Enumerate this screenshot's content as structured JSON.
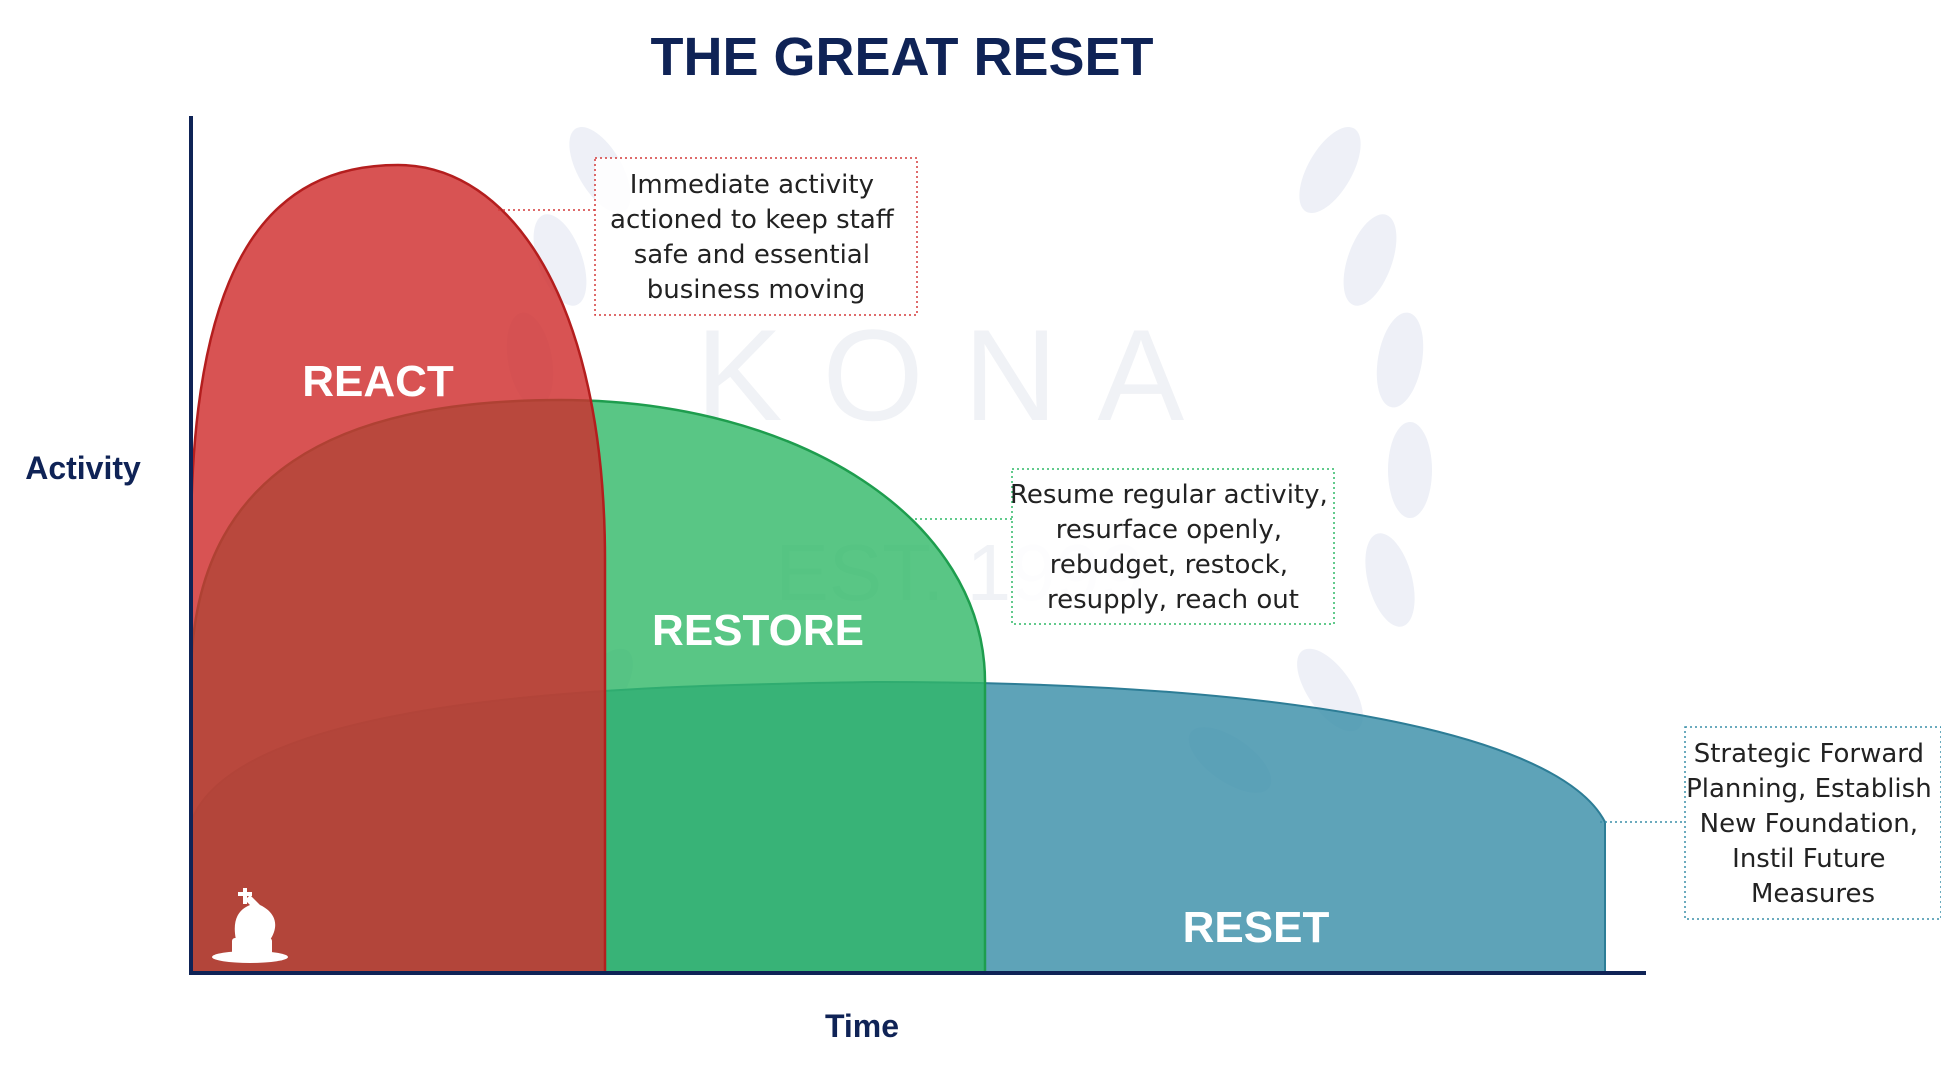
{
  "title": "THE GREAT RESET",
  "axes": {
    "y_label": "Activity",
    "x_label": "Time"
  },
  "phases": [
    {
      "label": "REACT",
      "color": "#d33a3a"
    },
    {
      "label": "RESTORE",
      "color": "#2fb866"
    },
    {
      "label": "RESET",
      "color": "#3a8fa8"
    }
  ],
  "callouts": [
    {
      "lines": [
        "Immediate activity",
        "actioned to keep staff",
        "safe and essential",
        "business moving"
      ]
    },
    {
      "lines": [
        "Resume regular activity,",
        "resurface openly,",
        "rebudget, restock,",
        "resupply, reach out"
      ]
    },
    {
      "lines": [
        "Strategic Forward",
        "Planning, Establish",
        "New Foundation,",
        "Instil Future",
        "Measures"
      ]
    }
  ],
  "watermark": {
    "name": "KONA",
    "est": "EST. 1999"
  },
  "colors": {
    "title": "#0f2356",
    "axis": "#0f2356"
  },
  "icons": [
    "chess-knight-icon"
  ]
}
